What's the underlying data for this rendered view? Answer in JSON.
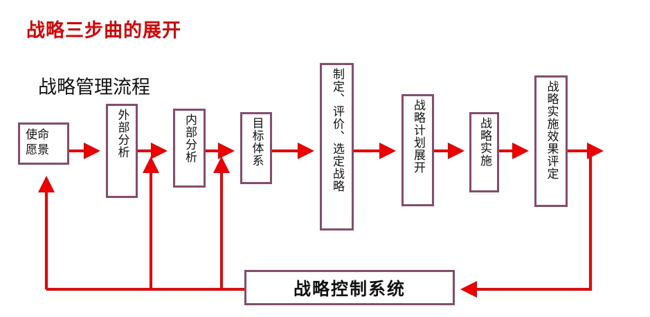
{
  "title": "战略三步曲的展开",
  "subtitle": "战略管理流程",
  "colors": {
    "title": "#e00000",
    "arrow": "#ee0000",
    "box_border": "#8b4a6b",
    "text": "#111111"
  },
  "nodes": {
    "vision": {
      "line1": "使命",
      "line2": "愿景"
    },
    "external": "外部分析",
    "internal": "内部分析",
    "goals": "目标体系",
    "formulate": "制定、评价、选定战略",
    "plan": "战略计划展开",
    "implement": "战略实施",
    "evaluate": "战略实施效果评定",
    "control": "战略控制系统"
  }
}
